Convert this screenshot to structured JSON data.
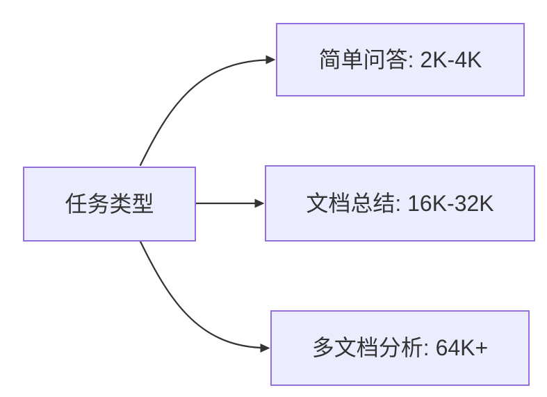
{
  "diagram": {
    "type": "flowchart",
    "direction": "left-to-right",
    "root": {
      "id": "task-type",
      "label": "任务类型"
    },
    "nodes": [
      {
        "id": "simple-qa",
        "label": "简单问答: 2K-4K"
      },
      {
        "id": "doc-summary",
        "label": "文档总结: 16K-32K"
      },
      {
        "id": "multi-doc",
        "label": "多文档分析: 64K+"
      }
    ],
    "edges": [
      {
        "from": "task-type",
        "to": "simple-qa",
        "style": "curved-up"
      },
      {
        "from": "task-type",
        "to": "doc-summary",
        "style": "straight"
      },
      {
        "from": "task-type",
        "to": "multi-doc",
        "style": "curved-down"
      }
    ],
    "colors": {
      "node_fill": "#ECECFF",
      "node_border": "#9370DB",
      "edge_line": "#333333",
      "text": "#333333",
      "background": "#FFFFFF"
    }
  }
}
